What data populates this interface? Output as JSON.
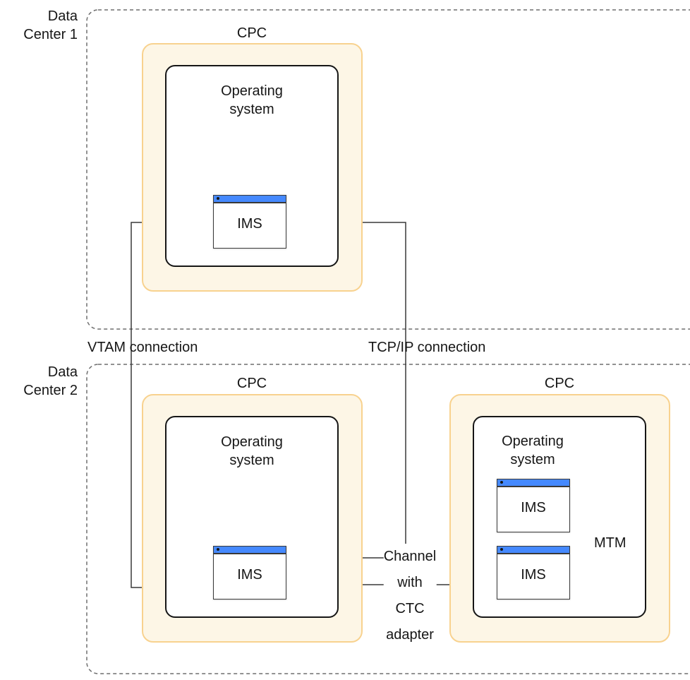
{
  "data_centers": [
    {
      "label": "Data\nCenter 1"
    },
    {
      "label": "Data\nCenter 2"
    }
  ],
  "cpcs": [
    {
      "title": "CPC",
      "os_label": "Operating\nsystem"
    },
    {
      "title": "CPC",
      "os_label": "Operating\nsystem"
    },
    {
      "title": "CPC",
      "os_label": "Operating\nsystem"
    }
  ],
  "ims_label": "IMS",
  "connections": {
    "vtam": "VTAM connection",
    "tcpip": "TCP/IP connection",
    "channel": "Channel\nwith\nCTC\nadapter",
    "mtm": "MTM"
  },
  "colors": {
    "cpc_fill": "#fdf6e6",
    "cpc_border": "#f8d28f",
    "ims_titlebar": "#4589ff",
    "line": "#393939"
  }
}
